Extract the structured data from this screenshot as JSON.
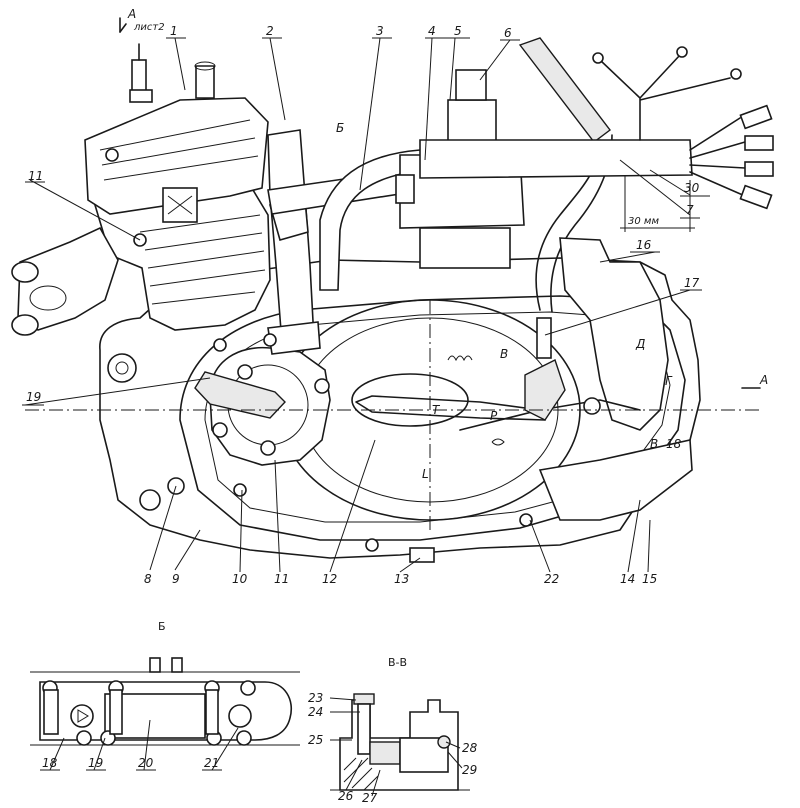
{
  "top_labels": {
    "view_a_letter": "A",
    "view_a_sheet": "лист2",
    "view_b_letter": "Б",
    "dim_30mm": "30 мм",
    "section_marks": [
      "В",
      "Г",
      "Д",
      "В"
    ],
    "area_marks": [
      "L",
      "P",
      "Т"
    ],
    "view_a_side": "A"
  },
  "callouts": [
    "1",
    "2",
    "3",
    "4",
    "5",
    "6",
    "7",
    "30",
    "11",
    "16",
    "17",
    "19",
    "18",
    "8",
    "9",
    "10",
    "11",
    "12",
    "13",
    "22",
    "14",
    "15"
  ],
  "detail_b": {
    "title": "Б",
    "callouts": [
      "18",
      "19",
      "20",
      "21"
    ]
  },
  "section_vv": {
    "title": "В-В",
    "callouts": [
      "23",
      "24",
      "25",
      "26",
      "27",
      "28",
      "29"
    ]
  }
}
